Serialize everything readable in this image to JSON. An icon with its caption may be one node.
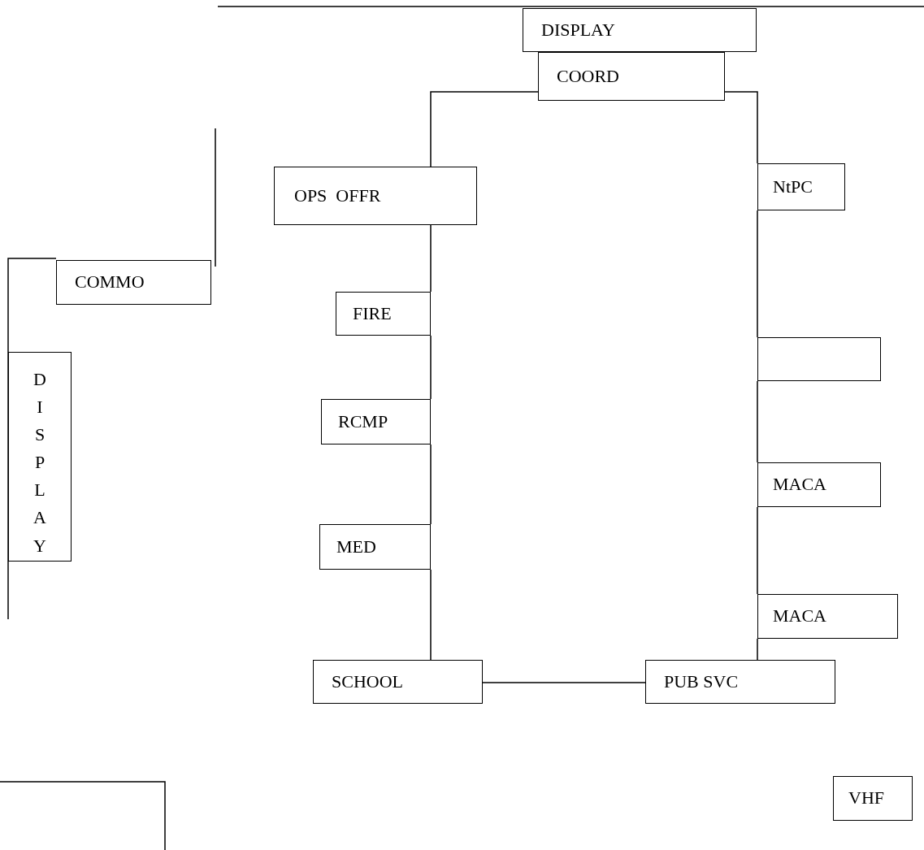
{
  "diagram": {
    "nodes": [
      {
        "text": [
          "DISPLAY"
        ]
      },
      {
        "text": [
          "COORD"
        ]
      },
      {
        "text": [
          "OPS  OFFR"
        ]
      },
      {
        "text": [
          "NtPC"
        ]
      },
      {
        "text": [
          "COMMO"
        ]
      },
      {
        "text": [
          "FIRE"
        ]
      },
      {
        "text": [],
        "shape": "box"
      },
      {
        "text": [
          "RCMP"
        ]
      },
      {
        "text": [
          "DISPLAY"
        ]
      },
      {
        "text": [
          "MACA"
        ]
      },
      {
        "text": [
          "MED"
        ]
      },
      {
        "text": [
          "MACA"
        ]
      },
      {
        "text": [
          "SCHOOL"
        ]
      },
      {
        "text": [
          "PUB SVC"
        ]
      },
      {
        "text": [
          "VHF"
        ]
      }
    ],
    "edges": [
      {
        "from": 1,
        "to": 2,
        "arrow": "none"
      },
      {
        "from": 2,
        "to": 5,
        "arrow": "none"
      },
      {
        "from": 5,
        "to": 7,
        "arrow": "none"
      },
      {
        "from": 7,
        "to": 10,
        "arrow": "none"
      },
      {
        "from": 10,
        "to": 12,
        "arrow": "none"
      },
      {
        "from": 12,
        "to": 13,
        "arrow": "none"
      },
      {
        "from": 13,
        "to": 11,
        "arrow": "none"
      },
      {
        "from": 11,
        "to": 9,
        "arrow": "none"
      },
      {
        "from": 9,
        "to": 6,
        "arrow": "none"
      },
      {
        "from": 6,
        "to": 3,
        "arrow": "none"
      },
      {
        "from": 3,
        "to": 1,
        "arrow": "none"
      }
    ]
  }
}
